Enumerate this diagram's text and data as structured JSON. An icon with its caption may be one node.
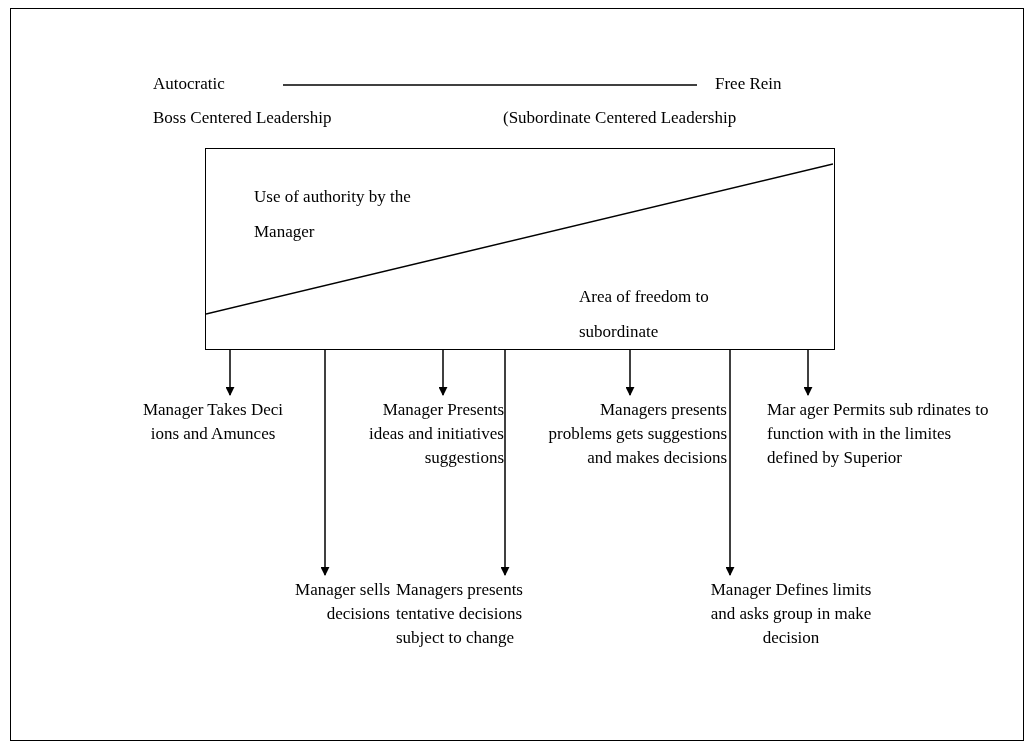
{
  "diagram": {
    "nodes": [
      {
        "text": [
          "Autocratic"
        ]
      },
      {
        "text": [
          "Free Rein"
        ]
      },
      {
        "text": [
          "Use of authority by the Manager",
          "Area of freedom to subordinate"
        ]
      },
      {
        "text": [
          "Manager Takes Deci ions and Amunces"
        ]
      },
      {
        "text": [
          "Manager sells decisions"
        ]
      },
      {
        "text": [
          "Manager Presents ideas and initiatives suggestions"
        ]
      },
      {
        "text": [
          "Managers presents tentative decisions subject to change"
        ]
      },
      {
        "text": [
          "Managers presents problems gets suggestions and makes decisions"
        ]
      },
      {
        "text": [
          "Manager Defines limits and asks group in make decision"
        ]
      },
      {
        "text": [
          "Mar ager Permits sub rdinates to function with in the limites defined by Superior"
        ]
      }
    ],
    "edges": [
      {
        "from": 0,
        "to": 1,
        "arrow": "none"
      },
      {
        "from": 2,
        "to": 3,
        "arrow": "to"
      },
      {
        "from": 2,
        "to": 4,
        "arrow": "to"
      },
      {
        "from": 2,
        "to": 5,
        "arrow": "to"
      },
      {
        "from": 2,
        "to": 6,
        "arrow": "to"
      },
      {
        "from": 2,
        "to": 7,
        "arrow": "to"
      },
      {
        "from": 2,
        "to": 8,
        "arrow": "to"
      },
      {
        "from": 2,
        "to": 9,
        "arrow": "to"
      }
    ],
    "labels": [
      "Boss Centered Leadership",
      "(Subordinate Centered Leadership"
    ]
  }
}
